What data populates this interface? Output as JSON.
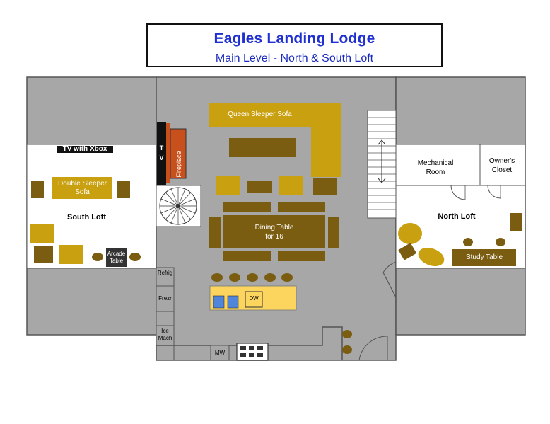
{
  "title": {
    "main": "Eagles Landing Lodge",
    "subtitle": "Main Level - North & South Loft"
  },
  "south_loft": {
    "name": "South Loft",
    "tv_label": "TV with Xbox",
    "sofa_line1": "Double Sleeper",
    "sofa_line2": "Sofa",
    "arcade_line1": "Arcade",
    "arcade_line2": "Table"
  },
  "great_room": {
    "tv_label": "TV",
    "fireplace_label": "Fireplace",
    "sofa_label": "Queen Sleeper Sofa",
    "dining_line1": "Dining Table",
    "dining_line2": "for 16"
  },
  "kitchen": {
    "refrigerator": "Refrig",
    "freezer": "Frezr",
    "ice_line1": "Ice",
    "ice_line2": "Mach",
    "microwave": "MW",
    "dishwasher": "DW"
  },
  "north_loft": {
    "name": "North Loft",
    "mechanical_line1": "Mechanical",
    "mechanical_line2": "Room",
    "closet_line1": "Owner's",
    "closet_line2": "Closet",
    "study_table": "Study Table"
  },
  "colors": {
    "floor_gray": "#a7a7a7",
    "wall": "#555555",
    "sofa_gold": "#c9a010",
    "furniture_brown": "#7a5d10",
    "island_yellow": "#fcd55e",
    "fireplace_orange": "#c8501c",
    "title_blue": "#1f2fd0"
  }
}
